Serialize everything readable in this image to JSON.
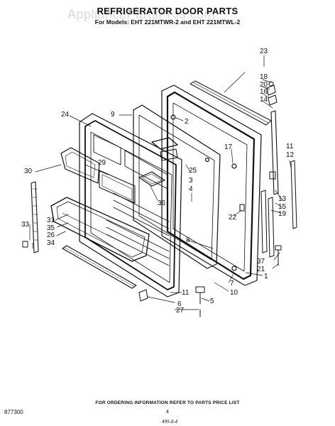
{
  "title": "REFRIGERATOR DOOR PARTS",
  "subtitle": "For Models: EHT 221MTWR-2 and EHT 221MTWL-2",
  "watermark": "AppliancePartsPros.com",
  "callouts": {
    "c23": "23",
    "c18": "18",
    "c20": "20",
    "c16": "16",
    "c14": "14",
    "c9": "9",
    "c24": "24",
    "c2": "2",
    "c17": "17",
    "c11a": "11",
    "c12": "12",
    "c29": "29",
    "c25": "25",
    "c30": "30",
    "c3": "3",
    "c4": "4",
    "c36": "36",
    "c13": "13",
    "c15": "15",
    "c19": "19",
    "c22": "22",
    "c33": "33",
    "c31": "31",
    "c35": "35",
    "c26": "26",
    "c34": "34",
    "c8": "8",
    "c37": "37",
    "c21": "21",
    "c1": "1",
    "c7": "7",
    "c10": "10",
    "c11b": "11",
    "c5": "5",
    "c6": "6",
    "c27": "27"
  },
  "footer": "FOR ORDERING INFORMATION REFER TO PARTS PRICE LIST",
  "page_number": "4",
  "figure_number": "877300",
  "handwritten_note": "499-8-4"
}
